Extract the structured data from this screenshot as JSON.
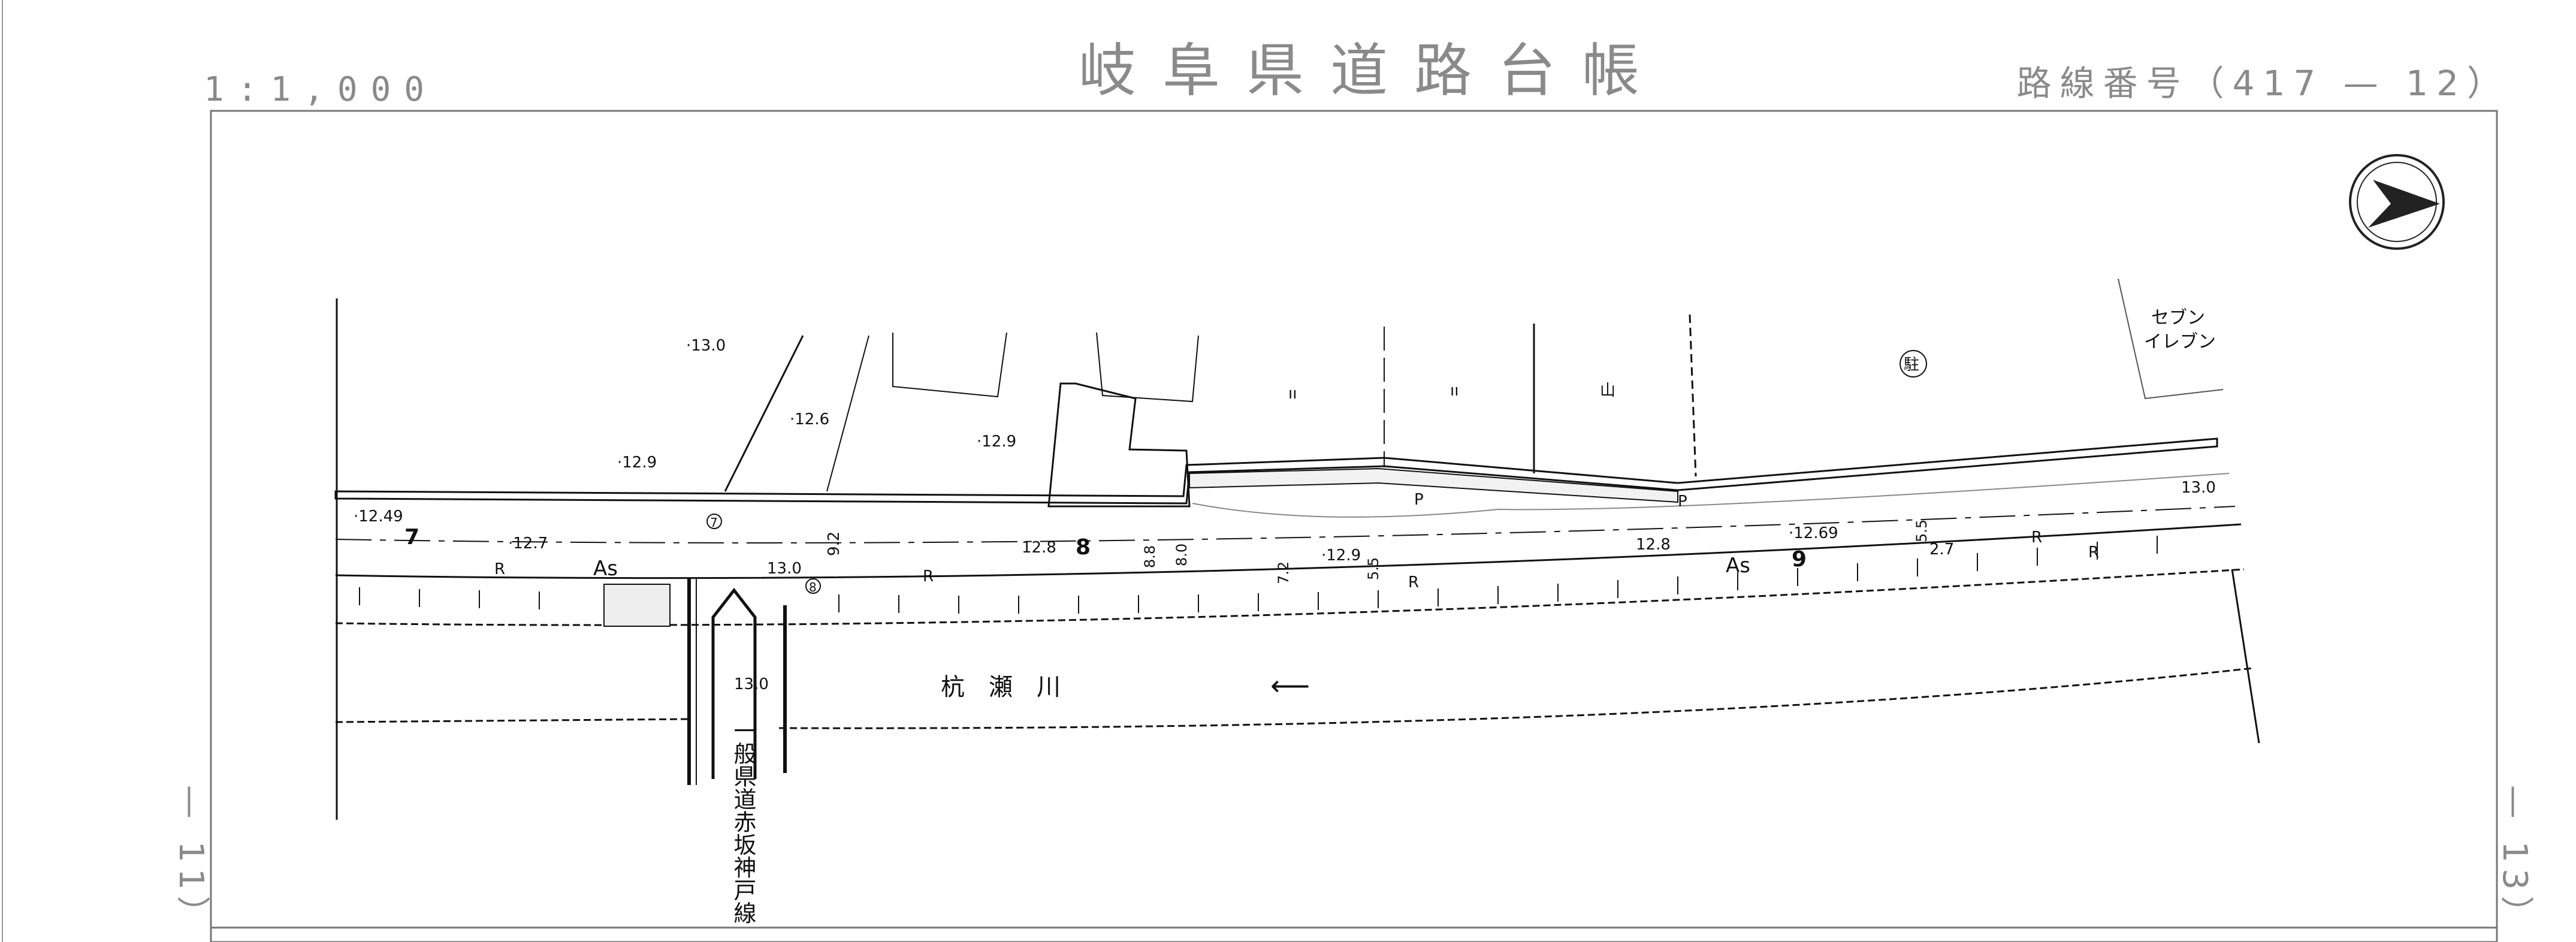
{
  "header": {
    "title": "岐阜県道路台帳",
    "scale": "1:1,000",
    "route_number": "路線番号（417 — 12）"
  },
  "sheet_refs": {
    "left": "— 11）",
    "right": "— 13）"
  },
  "map": {
    "river_name": "杭　瀬　川",
    "crossing_road": "一般県道赤坂神戸線",
    "store_name": "セブン\nイレブン",
    "parking_symbol": "駐",
    "section_numbers": [
      "7",
      "8",
      "9"
    ],
    "pavement": [
      "As",
      "As"
    ],
    "road_marks": [
      "R",
      "R",
      "R",
      "R",
      "R"
    ],
    "parking_marks": [
      "P",
      "P"
    ],
    "land_use": [
      "ıı",
      "ıı",
      "山"
    ],
    "elevations": [
      "·13.0",
      "·12.6",
      "·12.9",
      "·12.9",
      "·12.49",
      "·12.7",
      "13.0",
      "12.8",
      "·12.9",
      "12.8",
      "·12.69",
      "13.0",
      "13.0"
    ],
    "widths": [
      "9.2",
      "8.8",
      "8.0",
      "7.2",
      "5.5",
      "5.5",
      "2.7"
    ],
    "signal_ids": [
      "7",
      "8"
    ]
  }
}
